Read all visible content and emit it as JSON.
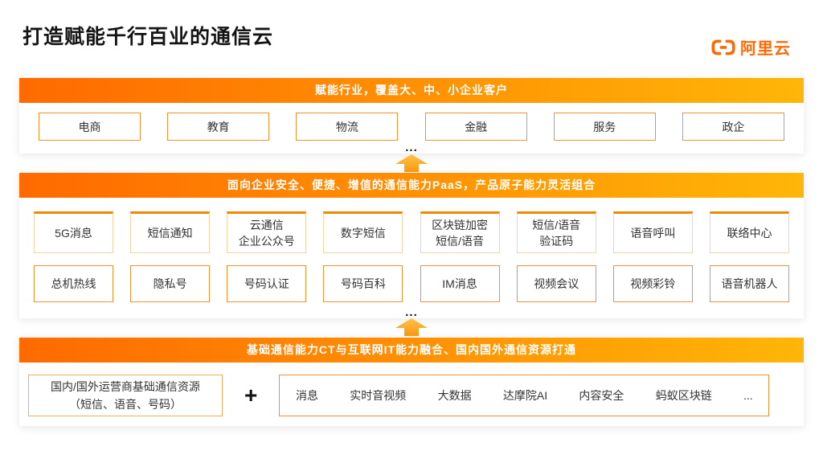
{
  "title": "打造赋能千行百业的通信云",
  "logo": {
    "text": "阿里云"
  },
  "colors": {
    "brand": "#FF6A00",
    "header_gradient_start": "#FF6A00",
    "header_gradient_end": "#FFB607",
    "box_border": "#EE9233",
    "arrow": "#F9A01B"
  },
  "connectors": {
    "ellipsis": "...",
    "plus": "+"
  },
  "sections": {
    "industries": {
      "header": "赋能行业，覆盖大、中、小企业客户",
      "items": [
        "电商",
        "教育",
        "物流",
        "金融",
        "服务",
        "政企"
      ]
    },
    "paas": {
      "header": "面向企业安全、便捷、增值的通信能力PaaS，产品原子能力灵活组合",
      "row1": [
        "5G消息",
        "短信通知",
        [
          "云通信",
          "企业公众号"
        ],
        "数字短信",
        [
          "区块链加密",
          "短信/语音"
        ],
        [
          "短信/语音",
          "验证码"
        ],
        "语音呼叫",
        "联络中心"
      ],
      "row2": [
        "总机热线",
        "隐私号",
        "号码认证",
        "号码百科",
        "IM消息",
        "视频会议",
        "视频彩铃",
        "语音机器人"
      ]
    },
    "infrastructure": {
      "header": "基础通信能力CT与互联网IT能力融合、国内国外通信资源打通",
      "base_resource_lines": [
        "国内/国外运营商基础通信资源",
        "（短信、语音、号码）"
      ],
      "capabilities": [
        "消息",
        "实时音视频",
        "大数据",
        "达摩院AI",
        "内容安全",
        "蚂蚁区块链",
        "..."
      ]
    }
  }
}
